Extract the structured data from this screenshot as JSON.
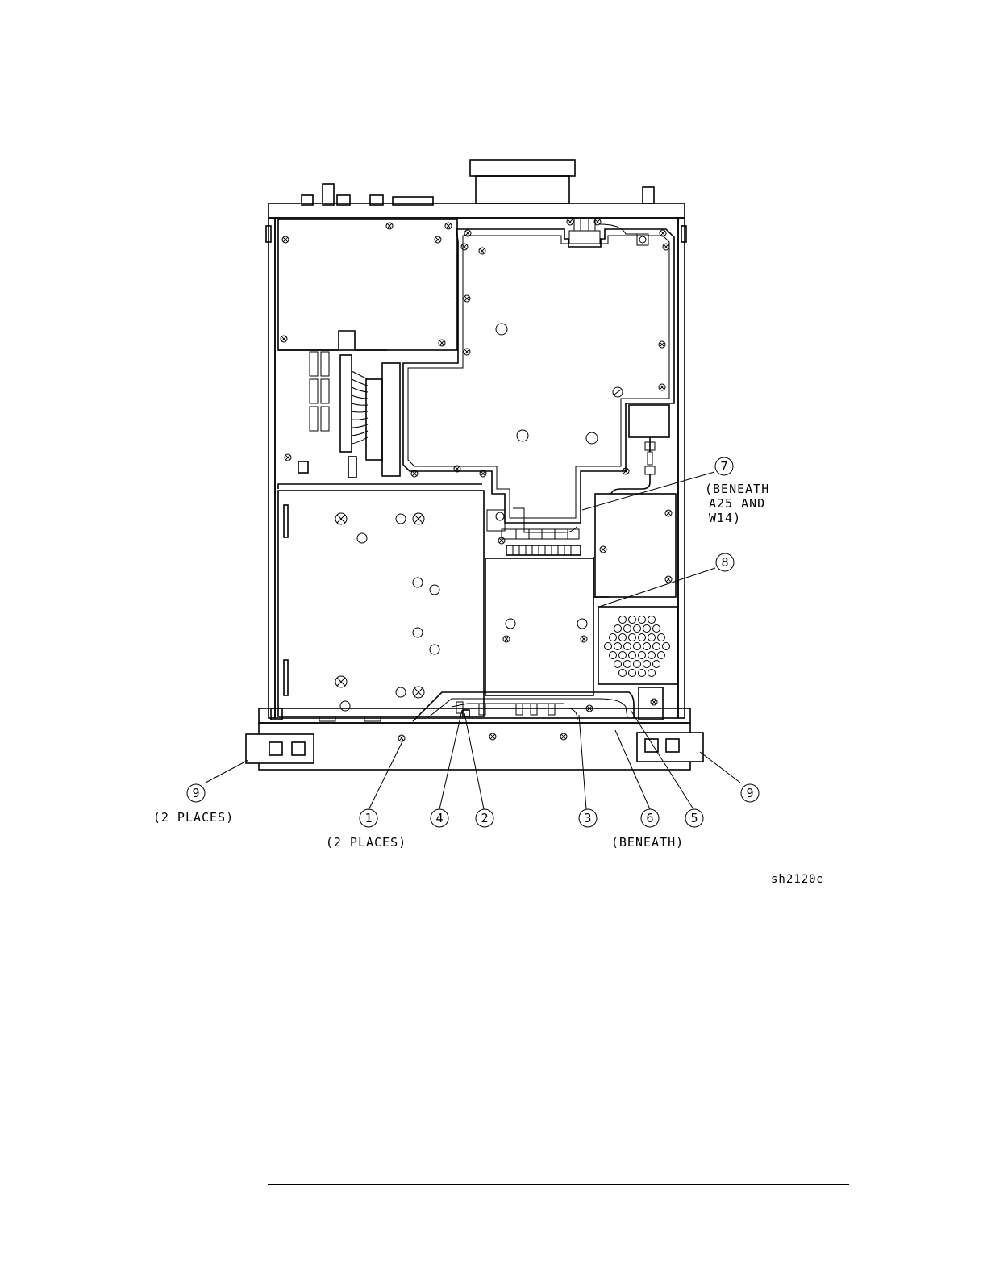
{
  "figure": {
    "id": "sh2120e"
  },
  "callouts": [
    {
      "number": "1",
      "note": "(2  PLACES)"
    },
    {
      "number": "2",
      "note": ""
    },
    {
      "number": "3",
      "note": ""
    },
    {
      "number": "4",
      "note": ""
    },
    {
      "number": "5",
      "note": ""
    },
    {
      "number": "6",
      "note": "(BENEATH)"
    },
    {
      "number": "7",
      "note": "(BENEATH A25  AND W14)",
      "note_lines": [
        "(BENEATH",
        "A25  AND",
        "W14)"
      ]
    },
    {
      "number": "8",
      "note": ""
    },
    {
      "number": "9",
      "note": "(2  PLACES)"
    }
  ]
}
